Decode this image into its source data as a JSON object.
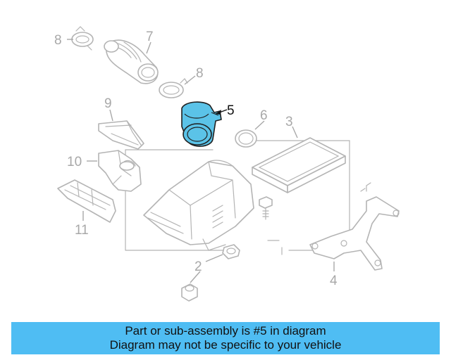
{
  "diagram": {
    "callouts": {
      "c2": "2",
      "c3": "3",
      "c4": "4",
      "c5": "5",
      "c6": "6",
      "c7": "7",
      "c8a": "8",
      "c8b": "8",
      "c9": "9",
      "c10": "10",
      "c11": "11"
    },
    "highlighted_part": "5",
    "colors": {
      "highlight_fill": "#5bc3e8",
      "banner_background": "#4fbdf3",
      "line_art": "#b4b4b4"
    }
  },
  "banner": {
    "line1": "Part or sub-assembly is #5 in diagram",
    "line2": "Diagram may not be specific to your vehicle"
  }
}
